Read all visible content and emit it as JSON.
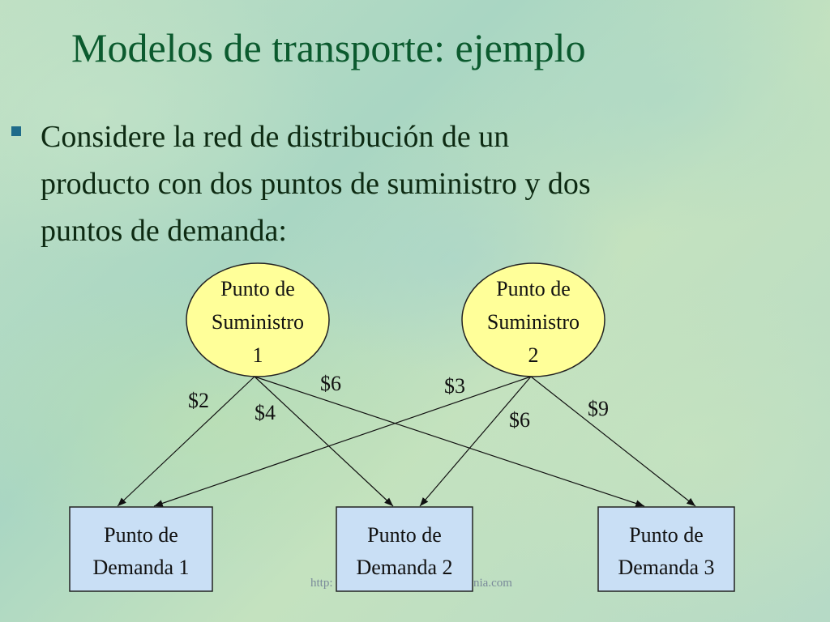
{
  "title": "Modelos de transporte: ejemplo",
  "bullet": {
    "lines": [
      "Considere la red de distribución de un",
      "producto con dos puntos de suministro y dos",
      "puntos de demanda:"
    ]
  },
  "diagram": {
    "supply_nodes": [
      {
        "lines": [
          "Punto de",
          "Suministro",
          "1"
        ]
      },
      {
        "lines": [
          "Punto de",
          "Suministro",
          "2"
        ]
      }
    ],
    "demand_nodes": [
      {
        "lines": [
          "Punto de",
          "Demanda 1"
        ]
      },
      {
        "lines": [
          "Punto de",
          "Demanda 2"
        ]
      },
      {
        "lines": [
          "Punto de",
          "Demanda 3"
        ]
      }
    ],
    "edges": [
      {
        "from": "Suministro 1",
        "to": "Demanda 1",
        "cost": "$2"
      },
      {
        "from": "Suministro 1",
        "to": "Demanda 2",
        "cost": "$4"
      },
      {
        "from": "Suministro 1",
        "to": "Demanda 3",
        "cost": "$6"
      },
      {
        "from": "Suministro 2",
        "to": "Demanda 1",
        "cost": "$3"
      },
      {
        "from": "Suministro 2",
        "to": "Demanda 2",
        "cost": "$6"
      },
      {
        "from": "Suministro 2",
        "to": "Demanda 3",
        "cost": "$9"
      }
    ],
    "node_colors": {
      "supply": "#ffff99",
      "demand": "#c9dff5"
    }
  },
  "footer": {
    "url_fragment_left": "http:",
    "url_fragment_right": "nia.com"
  }
}
